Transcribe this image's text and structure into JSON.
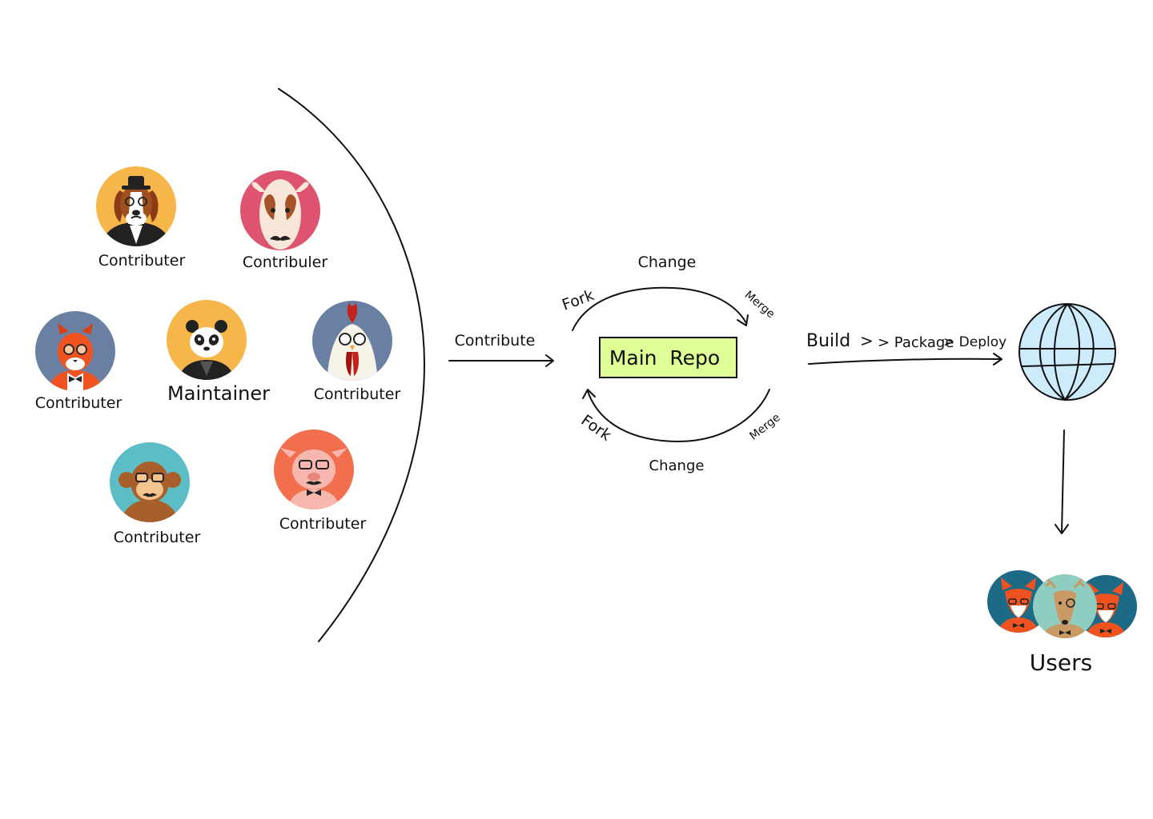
{
  "avatars": [
    {
      "id": "beagle",
      "animal": "beagle-icon",
      "bg": "#F7B64A",
      "label": "Contributer"
    },
    {
      "id": "cow",
      "animal": "cow-icon",
      "bg": "#DE5470",
      "label": "Contribuler"
    },
    {
      "id": "cat",
      "animal": "cat-icon",
      "bg": "#6A80A3",
      "label": "Contributer"
    },
    {
      "id": "panda",
      "animal": "panda-icon",
      "bg": "#F7B64A",
      "label": "Maintainer"
    },
    {
      "id": "rooster",
      "animal": "rooster-icon",
      "bg": "#6A80A3",
      "label": "Contributer"
    },
    {
      "id": "monkey",
      "animal": "monkey-icon",
      "bg": "#5CBDC6",
      "label": "Contributer"
    },
    {
      "id": "pig",
      "animal": "pig-icon",
      "bg": "#F26F4E",
      "label": "Contributer"
    }
  ],
  "flow": {
    "contribute": "Contribute",
    "repo": "Main  Repo",
    "fork_top": "Fork",
    "change_top": "Change",
    "merge_top": "Merge",
    "fork_bottom": "Fork",
    "change_bottom": "Change",
    "merge_bottom": "Merge",
    "build": "Build",
    "package": "> Package",
    "deploy": "> Deploy",
    "sep": ">"
  },
  "users": {
    "label": "Users",
    "icons": [
      "fox-icon",
      "deer-icon",
      "fox-icon"
    ],
    "colors": [
      "#1C6A86",
      "#8ECDC0",
      "#1C6A86"
    ]
  },
  "colors": {
    "repo_fill": "#DDFF95",
    "globe_fill": "#CDEBFA",
    "fox_orange": "#F0531F",
    "deer_brown": "#C99A63"
  }
}
